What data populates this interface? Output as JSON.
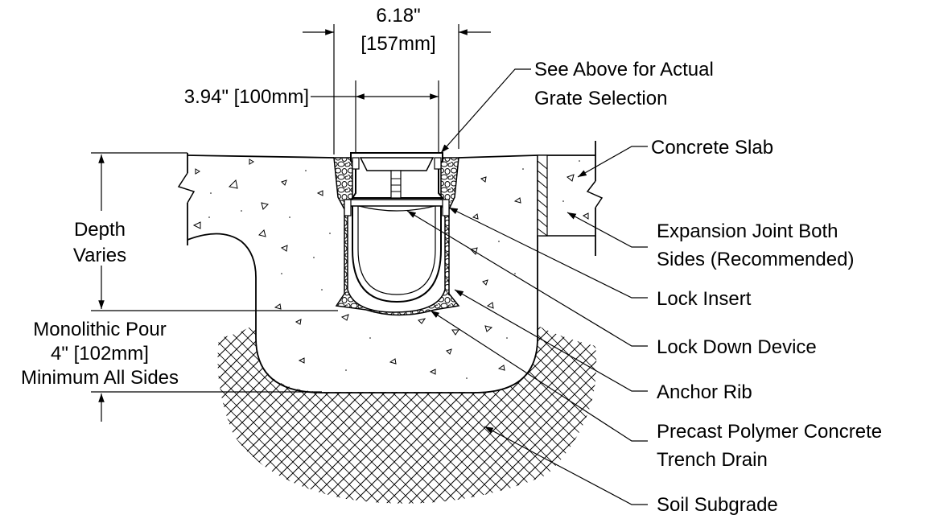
{
  "dimensions": {
    "outer_width_in": "6.18\"",
    "outer_width_mm": "[157mm]",
    "inner_width": "3.94\" [100mm]",
    "depth_line1": "Depth",
    "depth_line2": "Varies",
    "pour_line1": "Monolithic Pour",
    "pour_line2": "4\" [102mm]",
    "pour_line3": "Minimum All Sides"
  },
  "callouts": {
    "grate_line1": "See Above for Actual",
    "grate_line2": "Grate Selection",
    "concrete_slab": "Concrete Slab",
    "expansion_line1": "Expansion Joint Both",
    "expansion_line2": "Sides (Recommended)",
    "lock_insert": "Lock Insert",
    "lock_down": "Lock Down Device",
    "anchor_rib": "Anchor Rib",
    "trench_line1": "Precast Polymer Concrete",
    "trench_line2": "Trench Drain",
    "soil": "Soil Subgrade"
  },
  "colors": {
    "line": "#000000",
    "background": "#ffffff"
  }
}
